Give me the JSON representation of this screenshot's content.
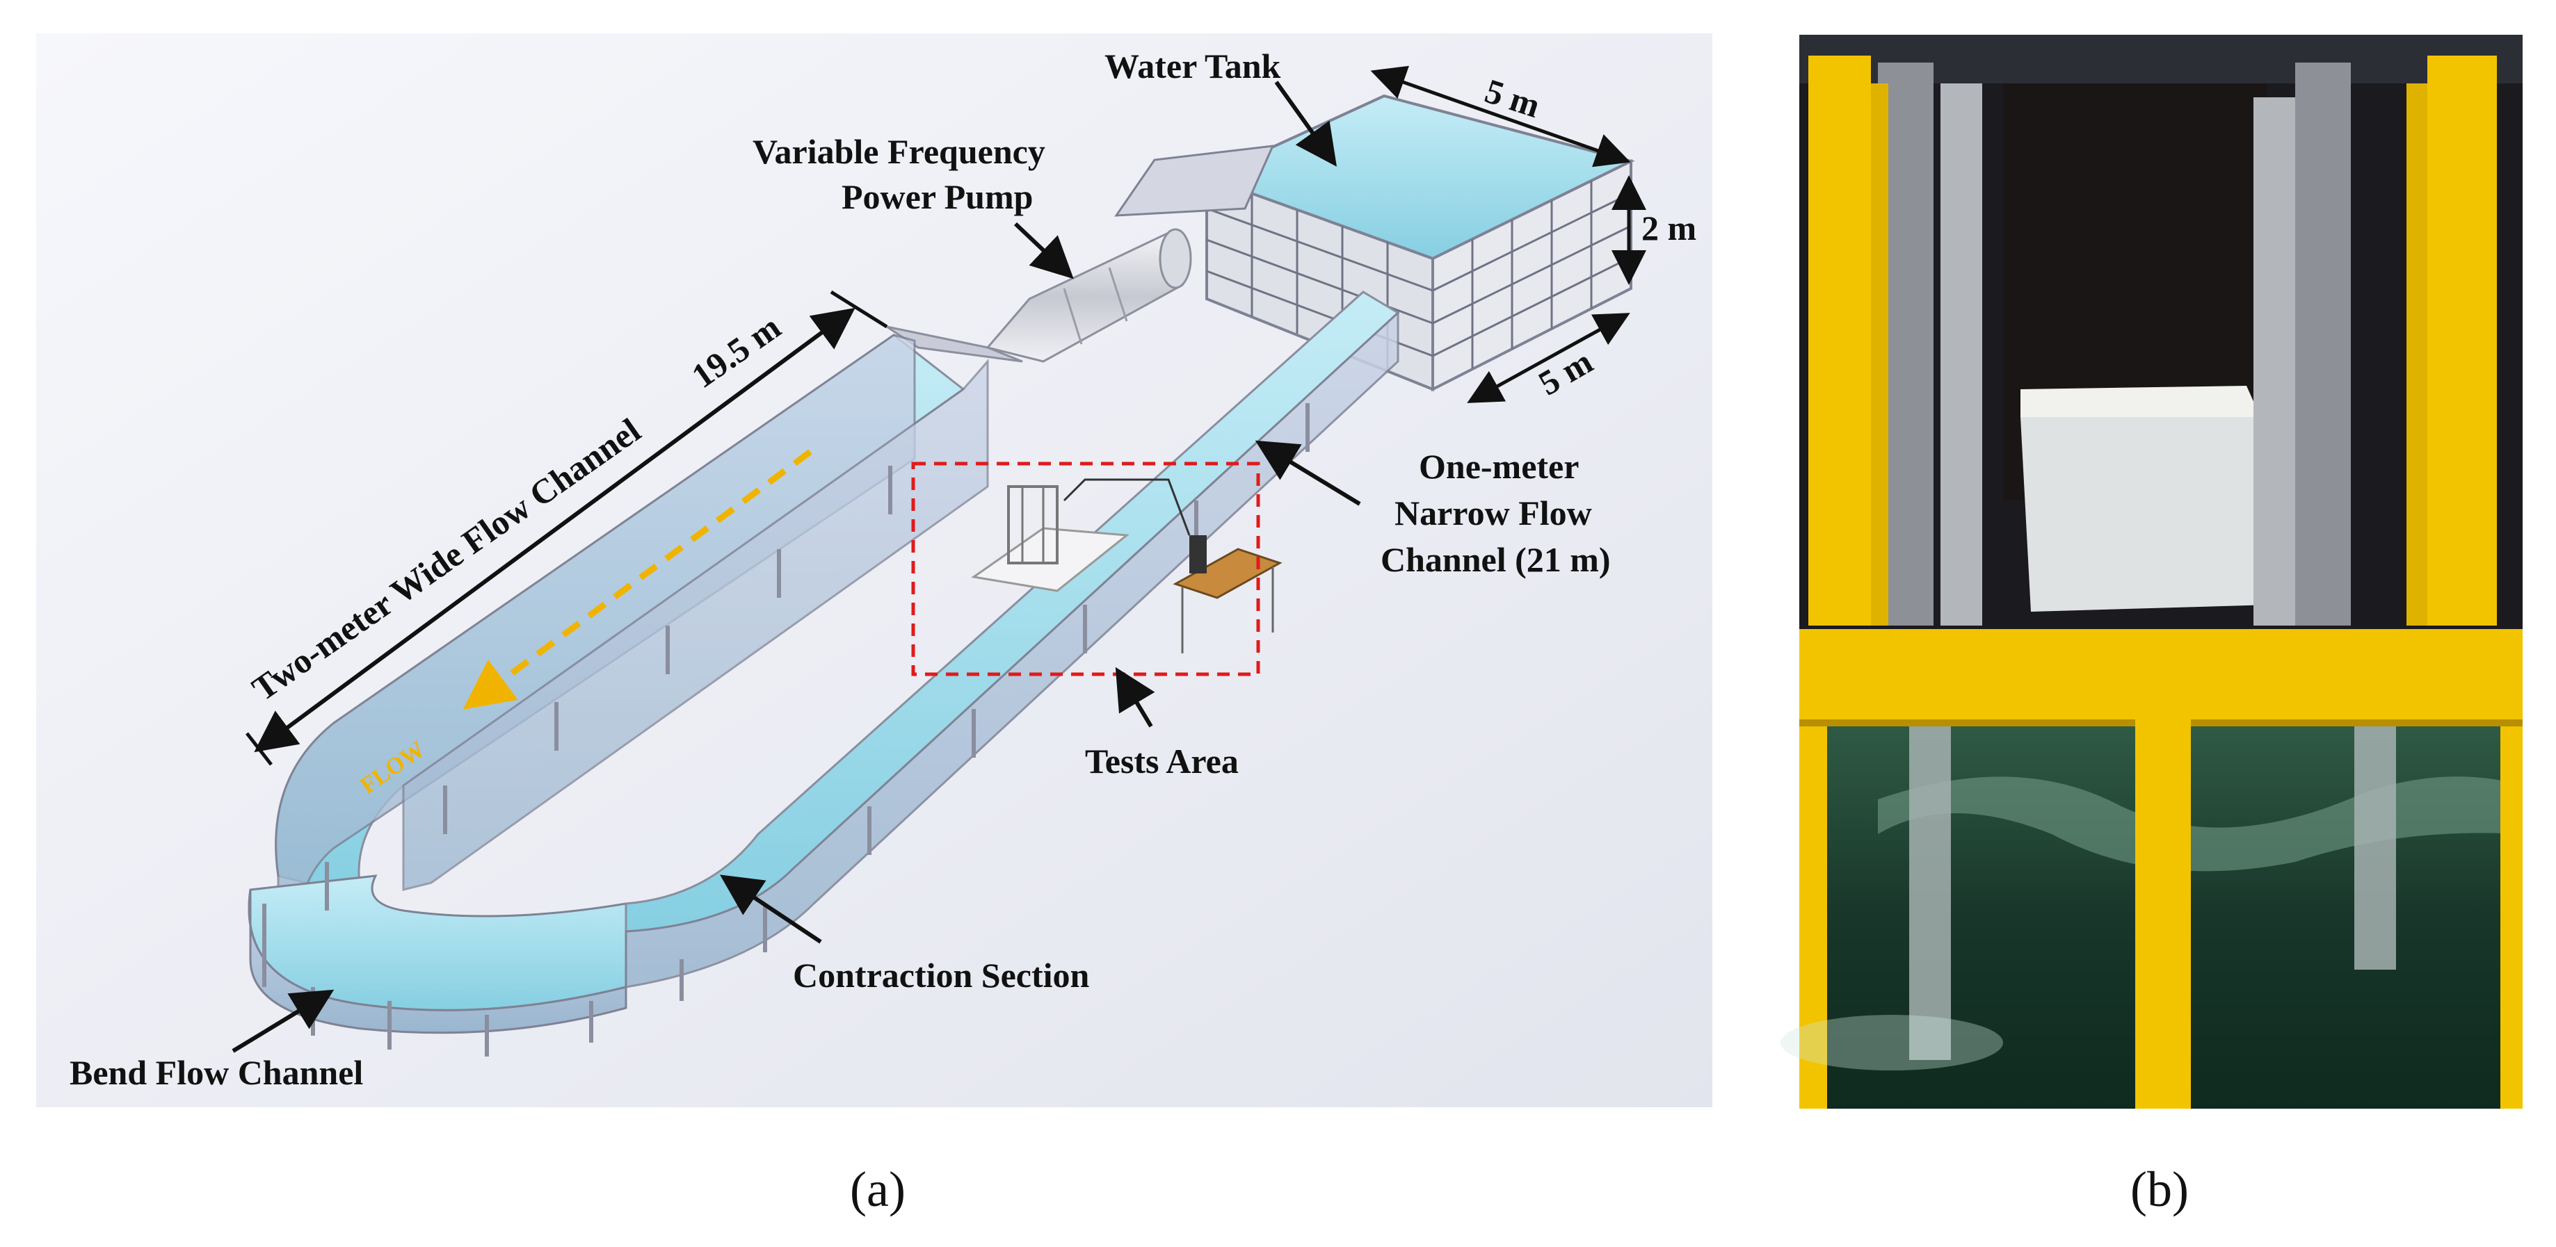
{
  "panel_a": {
    "labels": {
      "water_tank": "Water Tank",
      "dim_top": "5 m",
      "dim_height": "2 m",
      "dim_side": "5 m",
      "pump_line1": "Variable Frequency",
      "pump_line2": "Power Pump",
      "wide_channel": "Two-meter Wide Flow Channel",
      "wide_length": "19.5 m",
      "narrow_line1": "One-meter",
      "narrow_line2": "Narrow Flow",
      "narrow_line3": "Channel (21 m)",
      "tests_area": "Tests Area",
      "contraction": "Contraction Section",
      "bend": "Bend Flow Channel",
      "flow": "FLOW"
    },
    "caption": "(a)"
  },
  "panel_b": {
    "caption": "(b)"
  },
  "colors": {
    "water": "#9fdcec",
    "steel": "#b9bcc6",
    "yellow_frame": "#f2c400",
    "flow_arrow": "#f0b400",
    "test_box": "#e01b1b"
  }
}
